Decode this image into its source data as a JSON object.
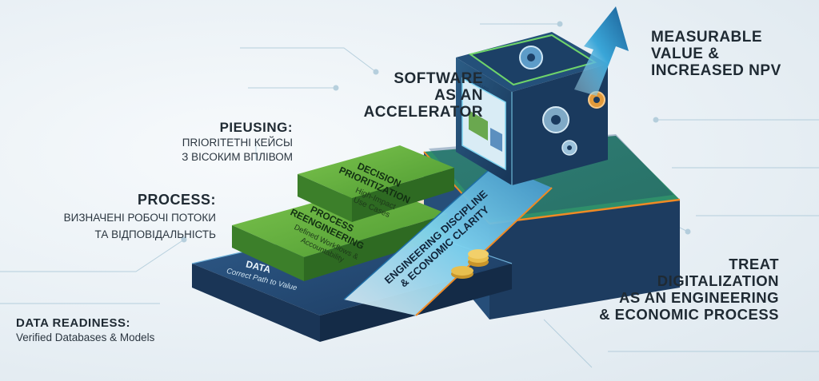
{
  "labels": {
    "software": [
      "SOFTWARE",
      "AS AN",
      "ACCELERATOR"
    ],
    "measurable": [
      "MEASURABLE",
      "VALUE &",
      "INCREASED NPV"
    ],
    "pieusing": {
      "title": "PIEUSING:",
      "lines": [
        "ПRIОRIТЕТНI КЕЙСЫ",
        "З ВІСОКИМ ВПЛІВОМ"
      ]
    },
    "process": {
      "title": "PROCESS:",
      "lines": [
        "ВИЗНАЧЕНІ РОБОЧІ ПОТОКИ",
        "ТА ВІДПОВІДАЛЬНІСТЬ"
      ]
    },
    "data_readiness": {
      "title": "DATA READINESS:",
      "sub": "Verified Databases & Models"
    },
    "treat": [
      "TREAT",
      "DIGITALIZATION",
      "AS AN ENGINEERING",
      "& ECONOMIC PROCESS"
    ]
  },
  "steps": {
    "decision": {
      "title1": "DECISION",
      "title2": "PRIORITIZATION",
      "sub1": "High-Impact",
      "sub2": "Use Cases"
    },
    "process": {
      "title1": "PROCESS",
      "title2": "REENGINEERING",
      "sub1": "Defined Workflows &",
      "sub2": "Accountability"
    },
    "data": {
      "title": "DATA",
      "sub": "Correct Path to Value"
    }
  },
  "ramp": {
    "line1": "ENGINEERING DISCIPLINE",
    "line2": "& ECONOMIC CLARITY"
  },
  "cube": {
    "screen_header": "▪ CAMIS"
  },
  "colors": {
    "green_top": "#5fae3a",
    "green_dark": "#3c7f2a",
    "navy": "#22426a",
    "navy_dark": "#17314f",
    "teal": "#2f8fa8",
    "orange": "#f08a24",
    "gold": "#e2b43a"
  },
  "icons": [
    "gear-icon",
    "coin-stack-icon",
    "growth-arrow-icon",
    "monitor-icon"
  ]
}
